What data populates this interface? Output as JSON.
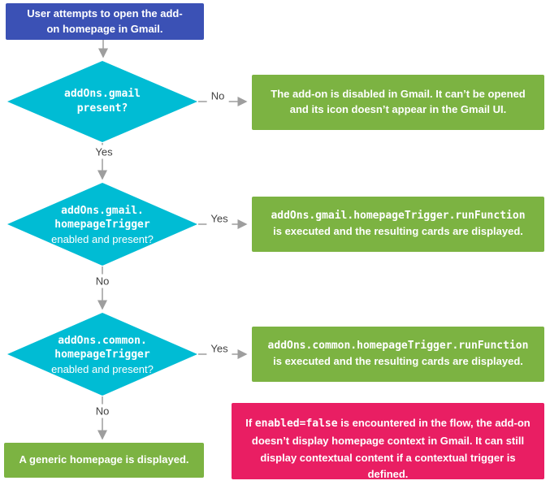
{
  "colors": {
    "start_blue": "#3B51B5",
    "decision_cyan": "#00BCD4",
    "outcome_green": "#7CB342",
    "note_pink": "#E91E63",
    "arrow_gray": "#9E9E9E",
    "edge_label_text": "#424242",
    "node_text": "#FFFFFF"
  },
  "start": {
    "text": "User attempts to open the add-on homepage in Gmail."
  },
  "decisions": [
    {
      "line1": "addOns.gmail",
      "line2": "present?"
    },
    {
      "line1": "addOns.gmail.",
      "line2": "homepageTrigger",
      "line3": "enabled and present?"
    },
    {
      "line1": "addOns.common.",
      "line2": "homepageTrigger",
      "line3": "enabled and present?"
    }
  ],
  "edges": {
    "d1_no": "No",
    "d1_yes": "Yes",
    "d2_yes": "Yes",
    "d2_no": "No",
    "d3_yes": "Yes",
    "d3_no": "No"
  },
  "outcomes": {
    "disabled": "The add-on is disabled in Gmail. It can’t be opened and its icon doesn’t appear in the Gmail UI.",
    "gmail_trigger": {
      "code": "addOns.gmail.homepageTrigger.runFunction",
      "text": "is executed and the resulting cards are displayed."
    },
    "common_trigger": {
      "code": "addOns.common.homepageTrigger.runFunction",
      "text": "is executed and the resulting cards are displayed."
    },
    "generic": "A generic homepage is displayed."
  },
  "note": {
    "pre": "If ",
    "code": "enabled=false",
    "post": " is encountered in the flow, the add-on doesn’t display homepage context in Gmail. It can still display contextual content if a contextual trigger is defined."
  }
}
